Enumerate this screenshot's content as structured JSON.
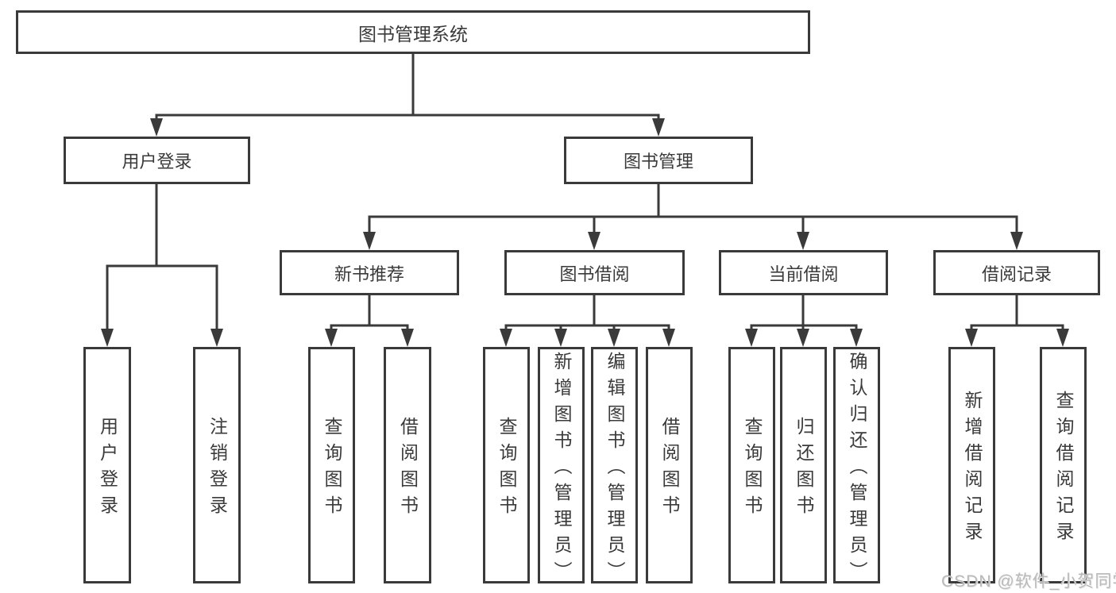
{
  "tree": {
    "root": "图书管理系统",
    "user_login": {
      "label": "用户登录",
      "children": [
        "用户登录",
        "注销登录"
      ]
    },
    "book_mgmt": {
      "label": "图书管理",
      "sections": [
        {
          "label": "新书推荐",
          "children": [
            "查询图书",
            "借阅图书"
          ]
        },
        {
          "label": "图书借阅",
          "children": [
            "查询图书",
            "新增图书（管理员）",
            "编辑图书（管理员）",
            "借阅图书"
          ]
        },
        {
          "label": "当前借阅",
          "children": [
            "查询图书",
            "归还图书",
            "确认归还（管理员）"
          ]
        },
        {
          "label": "借阅记录",
          "children": [
            "新增借阅记录",
            "查询借阅记录"
          ]
        }
      ]
    }
  },
  "watermark": "CSDN @软件_小贺同学",
  "colors": {
    "line": "#3a3a3a",
    "text": "#3a3a3a",
    "watermark": "#b9b9b9",
    "background": "#ffffff"
  }
}
